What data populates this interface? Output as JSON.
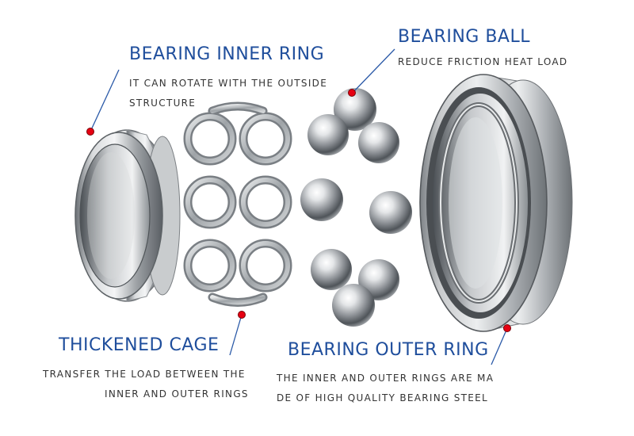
{
  "colors": {
    "title": "#1f4e9c",
    "leader": "#2b5aa8",
    "dot": "#e60012",
    "steel_light": "#f2f3f4",
    "steel_mid": "#b9bcbf",
    "steel_dark": "#5c6166"
  },
  "labels": {
    "inner_ring": {
      "title": "BEARING INNER RING",
      "line1": "IT CAN ROTATE WITH THE OUTSIDE",
      "line2": "STRUCTURE"
    },
    "ball": {
      "title": "BEARING BALL",
      "line1": "REDUCE FRICTION HEAT LOAD"
    },
    "cage": {
      "title": "THICKENED CAGE",
      "line1": "TRANSFER THE LOAD BETWEEN THE",
      "line2": "INNER AND OUTER RINGS"
    },
    "outer_ring": {
      "title": "BEARING OUTER RING",
      "line1": "THE INNER AND OUTER RINGS ARE MA",
      "line2": "DE OF HIGH QUALITY BEARING STEEL"
    }
  }
}
